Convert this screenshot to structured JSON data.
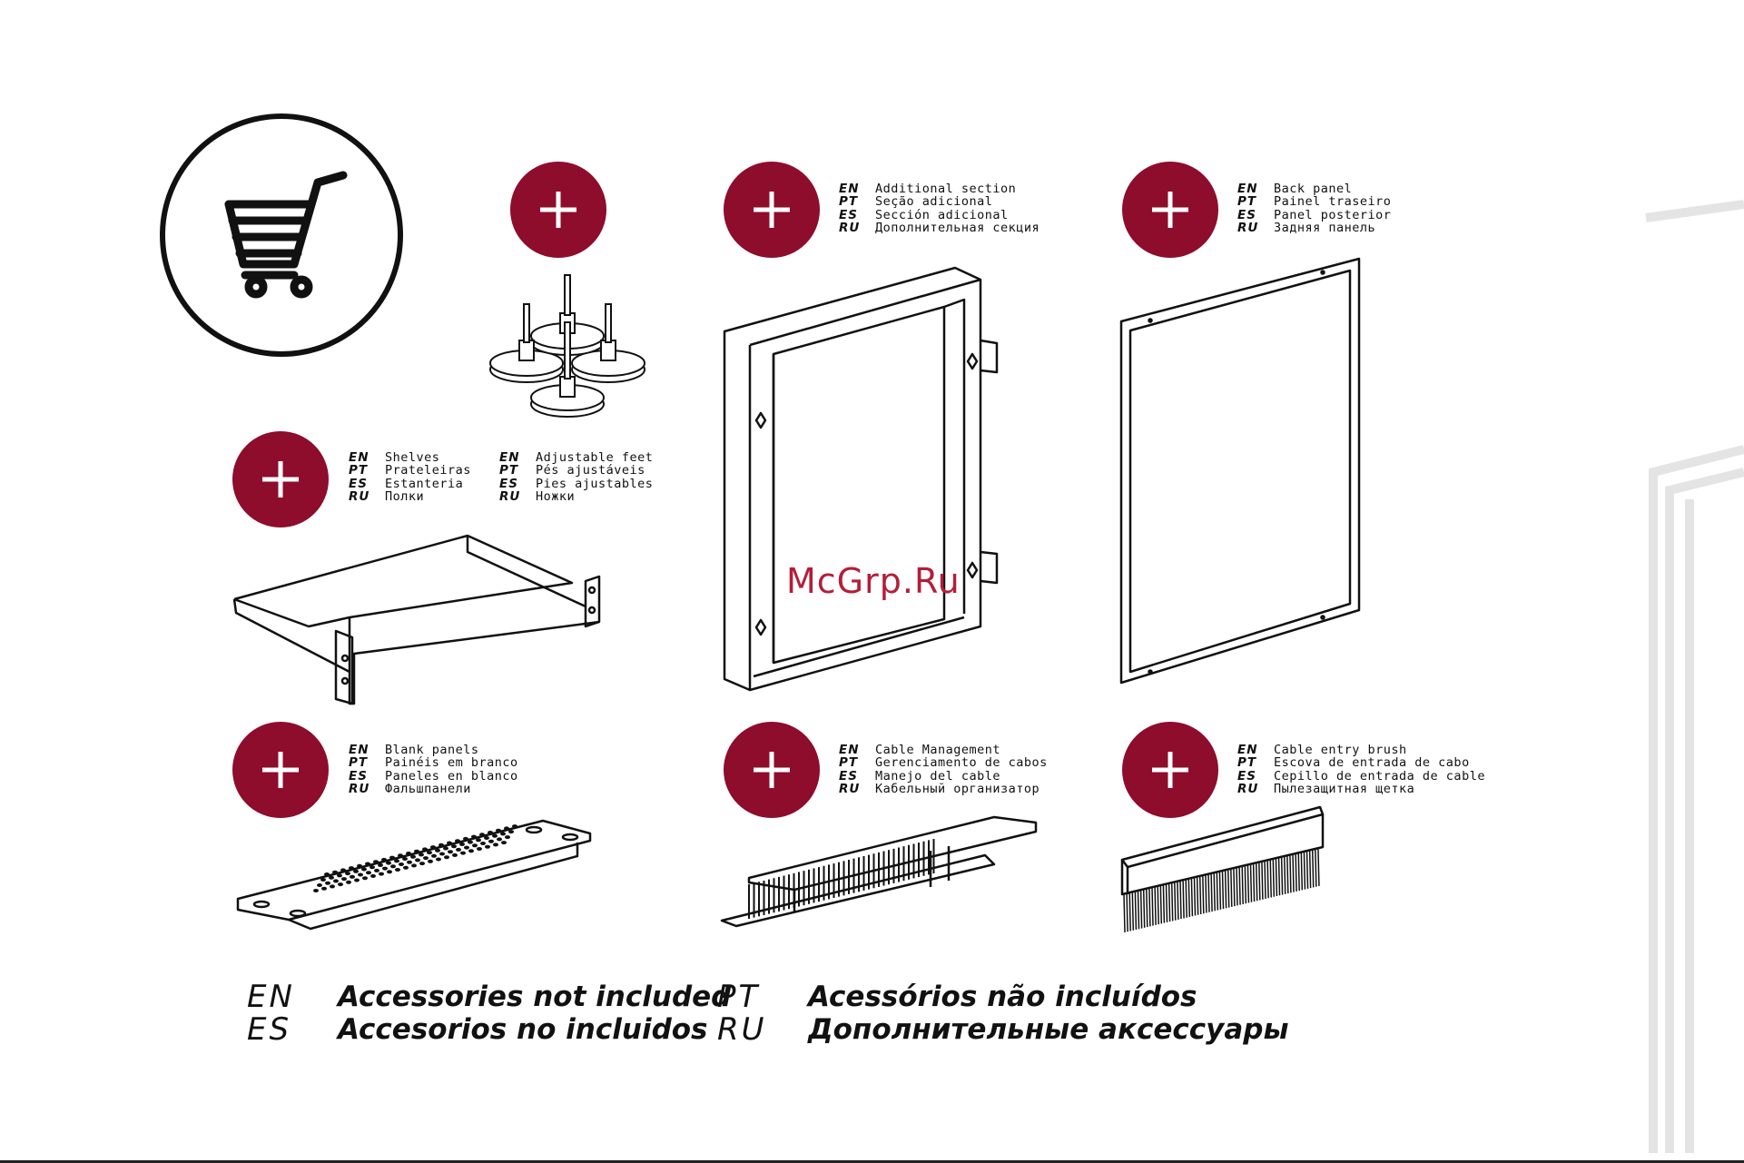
{
  "accessories": [
    {
      "id": "additional-section",
      "labels": [
        {
          "code": "EN",
          "text": "Additional section"
        },
        {
          "code": "PT",
          "text": "Seção adicional"
        },
        {
          "code": "ES",
          "text": "Sección adicional"
        },
        {
          "code": "RU",
          "text": "Дополнительная секция"
        }
      ]
    },
    {
      "id": "back-panel",
      "labels": [
        {
          "code": "EN",
          "text": "Back panel"
        },
        {
          "code": "PT",
          "text": "Painel traseiro"
        },
        {
          "code": "ES",
          "text": "Panel posterior"
        },
        {
          "code": "RU",
          "text": "Задняя панель"
        }
      ]
    },
    {
      "id": "shelves",
      "labels": [
        {
          "code": "EN",
          "text": "Shelves"
        },
        {
          "code": "PT",
          "text": "Prateleiras"
        },
        {
          "code": "ES",
          "text": "Estanteria"
        },
        {
          "code": "RU",
          "text": "Полки"
        }
      ]
    },
    {
      "id": "adjustable-feet",
      "labels": [
        {
          "code": "EN",
          "text": "Adjustable feet"
        },
        {
          "code": "PT",
          "text": "Pés ajustáveis"
        },
        {
          "code": "ES",
          "text": "Pies ajustables"
        },
        {
          "code": "RU",
          "text": "Ножки"
        }
      ]
    },
    {
      "id": "blank-panels",
      "labels": [
        {
          "code": "EN",
          "text": "Blank panels"
        },
        {
          "code": "PT",
          "text": "Painéis em branco"
        },
        {
          "code": "ES",
          "text": "Paneles en blanco"
        },
        {
          "code": "RU",
          "text": "Фальшпанели"
        }
      ]
    },
    {
      "id": "cable-management",
      "labels": [
        {
          "code": "EN",
          "text": "Cable Management"
        },
        {
          "code": "PT",
          "text": "Gerenciamento de cabos"
        },
        {
          "code": "ES",
          "text": "Manejo del cable"
        },
        {
          "code": "RU",
          "text": "Кабельный организатор"
        }
      ]
    },
    {
      "id": "cable-entry-brush",
      "labels": [
        {
          "code": "EN",
          "text": "Cable entry brush"
        },
        {
          "code": "PT",
          "text": "Escova de entrada de cabo"
        },
        {
          "code": "ES",
          "text": "Cepillo de entrada de cable"
        },
        {
          "code": "RU",
          "text": "Пылезащитная щетка"
        }
      ]
    }
  ],
  "footer": [
    {
      "code": "EN",
      "text": "Accessories not included"
    },
    {
      "code": "PT",
      "text": "Acessórios não incluídos"
    },
    {
      "code": "ES",
      "text": "Accesorios no incluidos"
    },
    {
      "code": "RU",
      "text": "Дополнительные аксессуары"
    }
  ],
  "watermark": "McGrp.Ru",
  "colors": {
    "accent": "#8e0c2c",
    "ink": "#111111",
    "watermark": "#b31e39"
  },
  "icons": [
    "shopping-cart-icon",
    "plus-icon"
  ]
}
